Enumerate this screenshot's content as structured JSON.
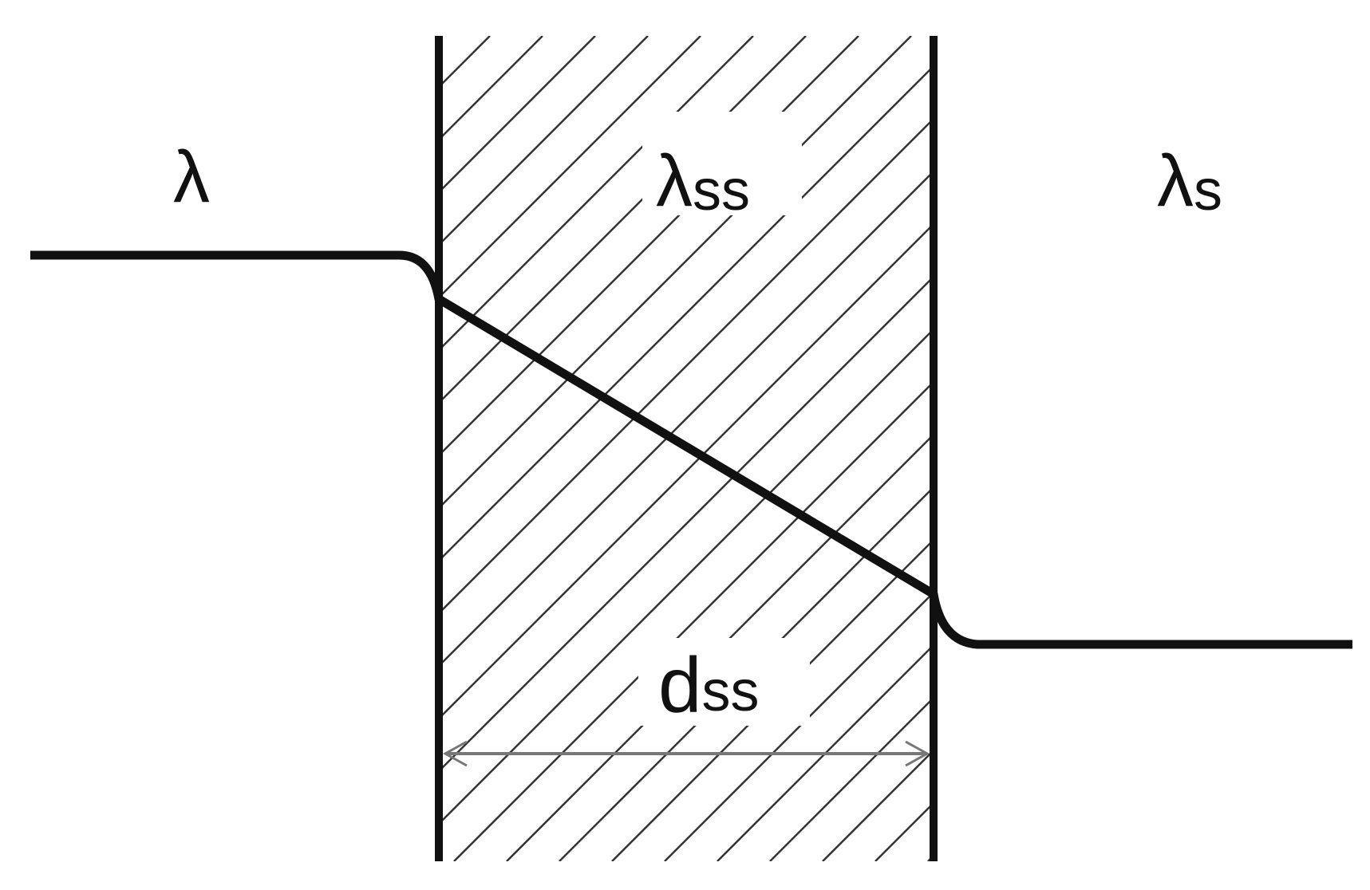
{
  "labels": {
    "left_medium": "λ",
    "layer": {
      "symbol": "λ",
      "subscript": "ss"
    },
    "right_medium": {
      "symbol": "λ",
      "subscript": "s"
    },
    "thickness": {
      "symbol": "d",
      "subscript": "ss"
    }
  },
  "colors": {
    "ink": "#111111",
    "hatch": "#333333",
    "dimension": "#777777"
  }
}
